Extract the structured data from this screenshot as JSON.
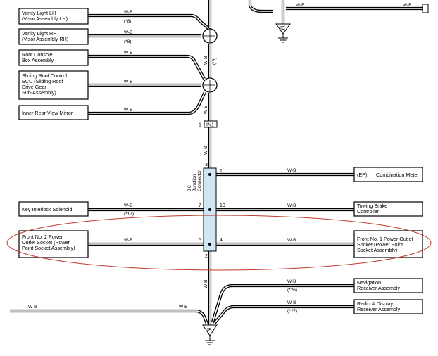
{
  "wire_color": "W-B",
  "components": {
    "vanity_lh": [
      "Vanity Light LH",
      "(Visor Assembly LH)"
    ],
    "vanity_rh": [
      "Vanity Light RH",
      "(Visor Assembly RH)"
    ],
    "roof_console": [
      "Roof Console",
      "Box Assembly"
    ],
    "sliding_roof": [
      "Sliding Roof Control",
      "ECU (Sliding Roof",
      "Drive Gear",
      "Sub-Assembly)"
    ],
    "mirror": [
      "Inner Rear View Mirror"
    ],
    "key_interlock": [
      "Key Interlock Solenoid"
    ],
    "front_no2": [
      "Front No. 2 Power",
      "Outlet Socket (Power",
      "Point Socket Assembly)"
    ],
    "combination_meter_tag": "(EP)",
    "combination_meter": [
      "Combination Meter"
    ],
    "towing": [
      "Towing Brake",
      "Controller"
    ],
    "front_no1": [
      "Front No. 1 Power Outlet",
      "Socket (Power Point",
      "Socket Assembly)"
    ],
    "navigation": [
      "Navigation",
      "Receiver Assembly"
    ],
    "radio": [
      "Radio & Display",
      "Receiver Assembly"
    ]
  },
  "refs": {
    "vanity_lh": "(*8)",
    "vanity_rh": "(*8)",
    "vertical": "(*8)",
    "key_interlock": "(*17)",
    "navigation": "(*26)",
    "radio": "(*27)"
  },
  "connector": {
    "in1_pin": "1",
    "in1_label": "IN1",
    "junction_label": [
      "J 8",
      "Junction",
      "Connector"
    ],
    "pins": {
      "top": "3",
      "right1": "1",
      "left7": "7",
      "right10": "10",
      "left5": "5",
      "right4": "4",
      "bottom2": "2"
    }
  },
  "grounds": {
    "ic": "IC",
    "ib": "IB"
  },
  "colors": {
    "highlight": "#c0392b",
    "junction_fill": "#cfe6f5"
  }
}
